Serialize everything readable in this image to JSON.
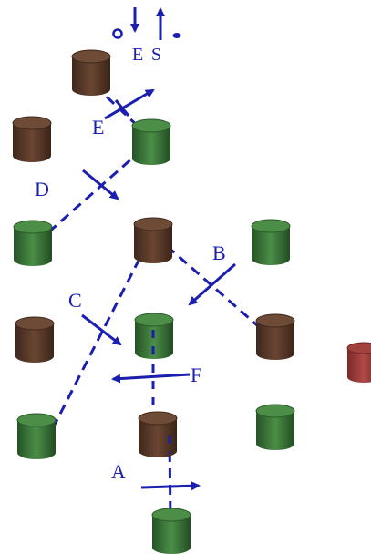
{
  "colors": {
    "ink": "#1a1fb0",
    "brown_body": "#5a3a2a",
    "brown_side": "#3f281c",
    "brown_top": "#6e4b36",
    "green_body": "#3d7a3a",
    "green_side": "#2a5a28",
    "green_top": "#4c8e48",
    "red_piece": "#9b3a38"
  },
  "legend": {
    "labels": [
      "E",
      "S"
    ],
    "icons": [
      "down-arrow-icon",
      "up-arrow-icon",
      "open-circle-icon",
      "filled-dot-icon"
    ]
  },
  "pieces": [
    {
      "id": "p1",
      "color": "brown"
    },
    {
      "id": "p2",
      "color": "brown"
    },
    {
      "id": "p3",
      "color": "green"
    },
    {
      "id": "p4",
      "color": "green"
    },
    {
      "id": "p5",
      "color": "brown"
    },
    {
      "id": "p6",
      "color": "green"
    },
    {
      "id": "p7",
      "color": "brown"
    },
    {
      "id": "p8",
      "color": "green"
    },
    {
      "id": "p9",
      "color": "brown"
    },
    {
      "id": "p10",
      "color": "green"
    },
    {
      "id": "p11",
      "color": "brown"
    },
    {
      "id": "p12",
      "color": "green"
    },
    {
      "id": "p13",
      "color": "green"
    }
  ],
  "edge_piece": {
    "color": "red"
  },
  "labels": {
    "A": "A",
    "B": "B",
    "C": "C",
    "D": "D",
    "E": "E",
    "F": "F"
  }
}
